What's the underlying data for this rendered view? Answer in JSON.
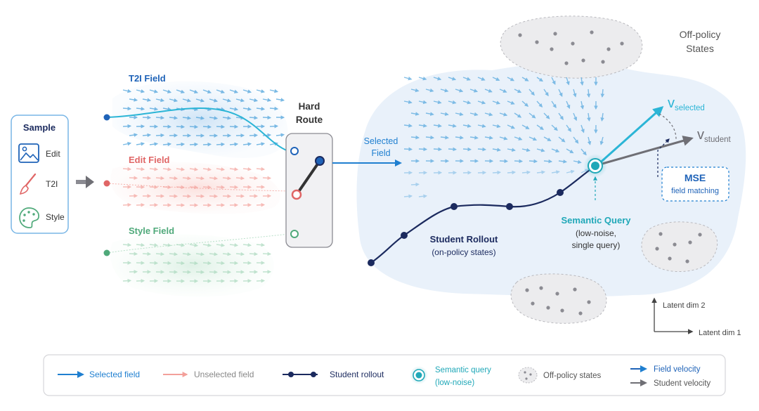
{
  "colors": {
    "t2i": "#1f63b8",
    "t2i_arrow": "#5aa9de",
    "edit": "#e06666",
    "edit_arrow": "#f3a09a",
    "style": "#4fa97a",
    "style_arrow": "#a8d8bc",
    "navy": "#1b2a5e",
    "teal": "#20a8b8",
    "cyan": "#2bb5d6",
    "gray": "#6f6f75",
    "blob": "#e9f1fa",
    "offpolicy_fill": "#ececee",
    "offpolicy_dot": "#8b8b92"
  },
  "sample": {
    "title": "Sample",
    "items": [
      {
        "label": "Edit",
        "icon": "image-icon"
      },
      {
        "label": "T2I",
        "icon": "brush-icon"
      },
      {
        "label": "Style",
        "icon": "palette-icon"
      }
    ]
  },
  "fields": {
    "t2i": "T2I Field",
    "edit": "Edit Field",
    "style": "Style Field"
  },
  "router": {
    "line1": "Hard",
    "line2": "Route"
  },
  "selected_field": {
    "line1": "Selected",
    "line2": "Field"
  },
  "off_policy": {
    "line1": "Off-policy",
    "line2": "States"
  },
  "student_rollout": {
    "title": "Student Rollout",
    "sub": "(on-policy states)"
  },
  "semantic_query": {
    "title": "Semantic Query",
    "line2": "(low-noise,",
    "line3": "single query)"
  },
  "velocity": {
    "selected_base": "v",
    "selected_sub": "selected",
    "student_base": "v",
    "student_sub": "student"
  },
  "mse": {
    "title": "MSE",
    "sub": "field matching"
  },
  "axes": {
    "dim1": "Latent dim 1",
    "dim2": "Latent dim 2"
  },
  "legend": {
    "selected_field": "Selected field",
    "unselected_field": "Unselected field",
    "student_rollout": "Student rollout",
    "semantic_query_1": "Semantic query",
    "semantic_query_2": "(low-noise)",
    "off_policy": "Off-policy states",
    "field_velocity": "Field velocity",
    "student_velocity": "Student velocity"
  }
}
